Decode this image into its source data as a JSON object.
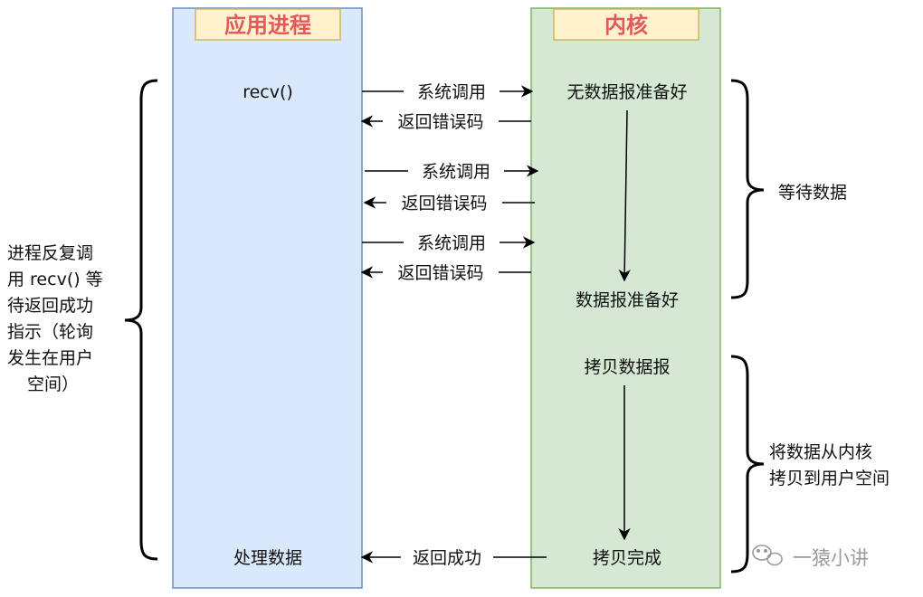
{
  "lanes": {
    "app": {
      "title": "应用进程",
      "fill": "#dae8fc",
      "stroke": "#6c8ebf"
    },
    "kernel": {
      "title": "内核",
      "fill": "#d5e8d4",
      "stroke": "#82b366"
    },
    "title_box_fill": "#fff2cc",
    "title_box_stroke": "#d6b656",
    "title_color": "#e05c5c"
  },
  "app_nodes": {
    "recv": "recv()",
    "process": "处理数据"
  },
  "kernel_nodes": {
    "no_data": "无数据报准备好",
    "data_ready": "数据报准备好",
    "copy": "拷贝数据报",
    "copy_done": "拷贝完成"
  },
  "calls": [
    {
      "label": "系统调用",
      "direction": "to-kernel"
    },
    {
      "label": "返回错误码",
      "direction": "to-app"
    },
    {
      "label": "系统调用",
      "direction": "to-kernel"
    },
    {
      "label": "返回错误码",
      "direction": "to-app"
    },
    {
      "label": "系统调用",
      "direction": "to-kernel"
    },
    {
      "label": "返回错误码",
      "direction": "to-app"
    },
    {
      "label": "返回成功",
      "direction": "to-app"
    }
  ],
  "left_note": [
    "进程反复调",
    "用 recv() 等",
    "待返回成功",
    "指示（轮询",
    "发生在用户",
    "空间）"
  ],
  "right_notes": {
    "wait": "等待数据",
    "copy": [
      "将数据从内核",
      "拷贝到用户空间"
    ]
  },
  "watermark": "一猿小讲",
  "watermark_icon": "wechat-icon"
}
